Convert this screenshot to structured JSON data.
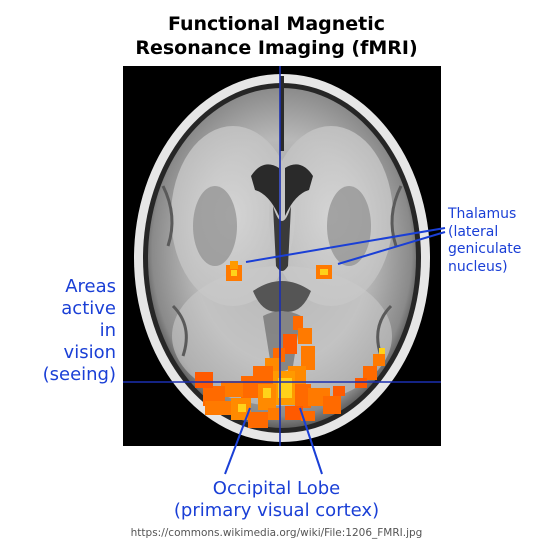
{
  "title": {
    "line1": "Functional Magnetic",
    "line2": "Resonance Imaging (fMRI)"
  },
  "labels": {
    "areas": [
      "Areas",
      "active",
      "in",
      "vision",
      "(seeing)"
    ],
    "thalamus": [
      "Thalamus",
      "(lateral",
      "geniculate",
      "nucleus)"
    ],
    "occipital": [
      "Occipital Lobe",
      "(primary visual cortex)"
    ]
  },
  "source": "https://commons.wikimedia.org/wiki/File:1206_FMRI.jpg",
  "colors": {
    "label_blue": "#1a3fd6",
    "activation_hot": "#ffd21a",
    "activation_warm": "#ff7a00",
    "crosshair": "#1a2fb0"
  }
}
